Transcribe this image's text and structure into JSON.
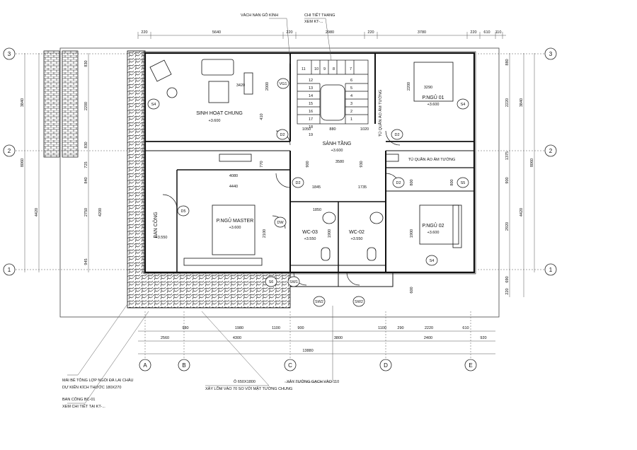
{
  "rooms": {
    "living": "SINH HOẠT CHUNG",
    "lobby": "SẢNH TẦNG",
    "master": "P.NGỦ MASTER",
    "bed1": "P.NGỦ 01",
    "bed2": "P.NGỦ 02",
    "wc3": "WC-03",
    "wc2": "WC-02",
    "balcony": "BAN CÔNG",
    "wardrobe1": "TỦ QUẦN ÁO ÂM TƯỜNG",
    "wardrobe2": "TỦ QUẦN ÁO ÂM TƯỜNG"
  },
  "levels": {
    "main": "+3.600",
    "wc": "+3.550"
  },
  "axes": {
    "top": [
      "3",
      "2",
      "1"
    ],
    "bottom": [
      "A",
      "B",
      "C",
      "D",
      "E"
    ]
  },
  "tags": {
    "vg1": "VG1",
    "s4": "S4",
    "s5": "S5",
    "s6": "S6",
    "d2": "D2",
    "d5": "D5",
    "dw": "DW",
    "sw1": "SW1",
    "sw2": "SW2"
  },
  "stairs": [
    "11",
    "10",
    "9",
    "8",
    "7",
    "12",
    "13",
    "14",
    "15",
    "16",
    "17",
    "18",
    "19",
    "6",
    "5",
    "4",
    "3",
    "2",
    "1"
  ],
  "notes": {
    "glass": "VÁCH NAN GỖ KÍNH",
    "stair1": "CHI TIẾT THANG",
    "stair2": "XEM KT-...",
    "roof1": "MÁI BÊ TÔNG LỢP NGÓI ĐÁ LAI CHÂU",
    "roof2": "DỰ KIẾN KÍCH THƯỚC 180X270",
    "balc1": "BAN CÔNG BC-01",
    "balc2": "XEM CHI TIẾT TẠI KT-...",
    "window1": "Ô 650X1800",
    "window2": "XÂY LÕM VÀO 70 SO VỚI MẶT TƯỜNG CHUNG",
    "wall": "XÂY TƯỜNG GẠCH VÀO 110"
  },
  "dims": {
    "top": [
      "220",
      "5640",
      "220",
      "2980",
      "220",
      "3780",
      "220",
      "610",
      "110"
    ],
    "left": [
      "3840",
      "8060",
      "4420",
      "830",
      "2200",
      "830",
      "725",
      "840",
      "2750",
      "4200",
      "945"
    ],
    "right": [
      "880",
      "3840",
      "2220",
      "1375",
      "8060",
      "4420",
      "900",
      "2920",
      "690",
      "220"
    ],
    "bottom1": [
      "980",
      "1980",
      "1100",
      "900",
      "1100",
      "290",
      "2220",
      "610"
    ],
    "bottom2": [
      "2560",
      "4300",
      "3800",
      "2400",
      "920"
    ],
    "total": "13880",
    "inner": [
      "3420",
      "1050",
      "880",
      "1020",
      "4080",
      "4440",
      "3580",
      "1845",
      "1735",
      "1850",
      "1900",
      "3290",
      "2200",
      "2000",
      "410",
      "900",
      "930",
      "1900",
      "2100",
      "770",
      "600",
      "800",
      "800"
    ]
  }
}
